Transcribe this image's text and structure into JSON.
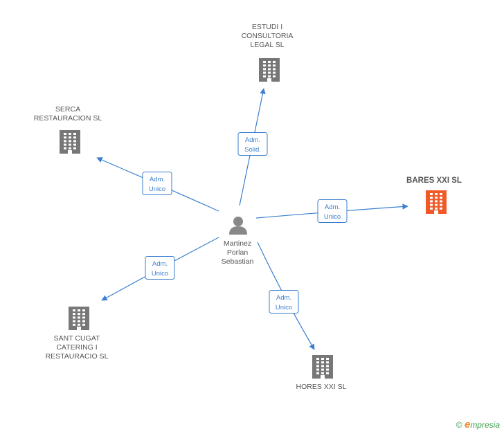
{
  "center": {
    "label_lines": [
      "Martinez",
      "Porlan",
      "Sebastian"
    ],
    "icon": "person-icon",
    "color": "#888888"
  },
  "companies": [
    {
      "id": "estudi",
      "label_lines": [
        "ESTUDI I",
        "CONSULTORIA",
        "LEGAL SL"
      ],
      "icon": "building-icon",
      "color": "#777777",
      "role_lines": [
        "Adm.",
        "Solid."
      ]
    },
    {
      "id": "serca",
      "label_lines": [
        "SERCA",
        "RESTAURACION SL"
      ],
      "icon": "building-icon",
      "color": "#777777",
      "role_lines": [
        "Adm.",
        "Unico"
      ]
    },
    {
      "id": "bares",
      "label_lines": [
        "BARES XXI SL"
      ],
      "icon": "building-icon",
      "color": "#f05a28",
      "role_lines": [
        "Adm.",
        "Unico"
      ],
      "main": true
    },
    {
      "id": "santcugat",
      "label_lines": [
        "SANT CUGAT",
        "CATERING I",
        "RESTAURACIO SL"
      ],
      "icon": "building-icon",
      "color": "#777777",
      "role_lines": [
        "Adm.",
        "Unico"
      ]
    },
    {
      "id": "hores",
      "label_lines": [
        "HORES XXI SL"
      ],
      "icon": "building-icon",
      "color": "#777777",
      "role_lines": [
        "Adm.",
        "Unico"
      ]
    }
  ],
  "footer": {
    "copyright": "©",
    "brand_initial": "e",
    "brand_rest": "mpresia"
  },
  "colors": {
    "edge": "#3a7fd0",
    "main_company": "#f05a28",
    "company": "#777777"
  }
}
